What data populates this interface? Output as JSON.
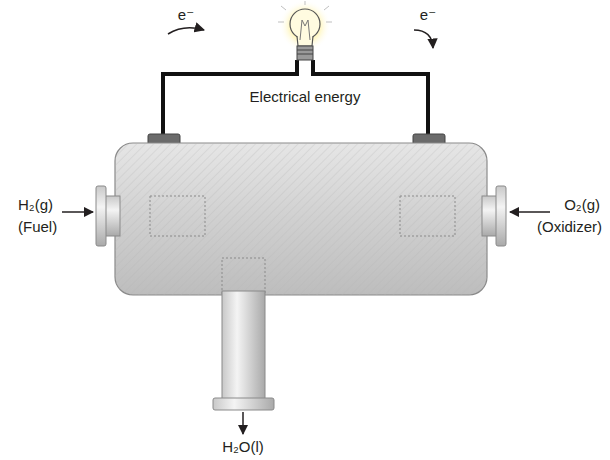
{
  "diagram": {
    "labels": [
      "e⁻",
      "e⁻",
      "Electrical energy",
      "H₂(g)",
      "(Fuel)",
      "O₂(g)",
      "(Oxidizer)",
      "H₂O(l)"
    ]
  }
}
